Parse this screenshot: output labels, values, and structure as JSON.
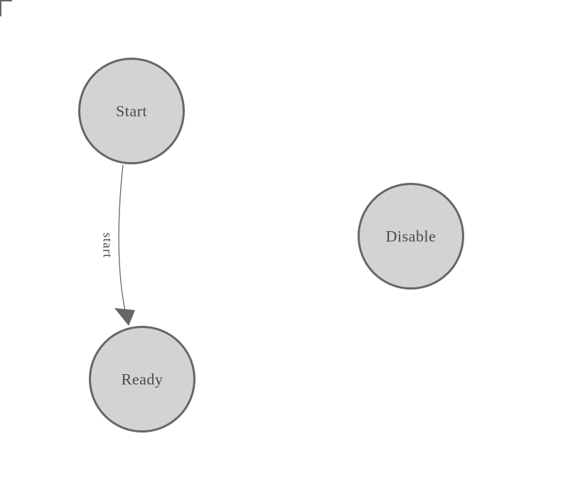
{
  "diagram": {
    "kind": "finite-state-machine",
    "nodes": [
      {
        "label": "Start"
      },
      {
        "label": "Ready"
      },
      {
        "label": "Disable"
      }
    ],
    "edges": [
      {
        "from": "Start",
        "to": "Ready",
        "label": "start"
      }
    ],
    "colors": {
      "background": "#ffffff",
      "node_fill": "#d3d3d3",
      "node_stroke": "#666666",
      "node_label": "#4a4a4a",
      "edge_stroke": "#666666",
      "edge_label": "#4a4a4a",
      "arrowhead_fill": "#666666",
      "corner_mark": "#666666"
    }
  }
}
